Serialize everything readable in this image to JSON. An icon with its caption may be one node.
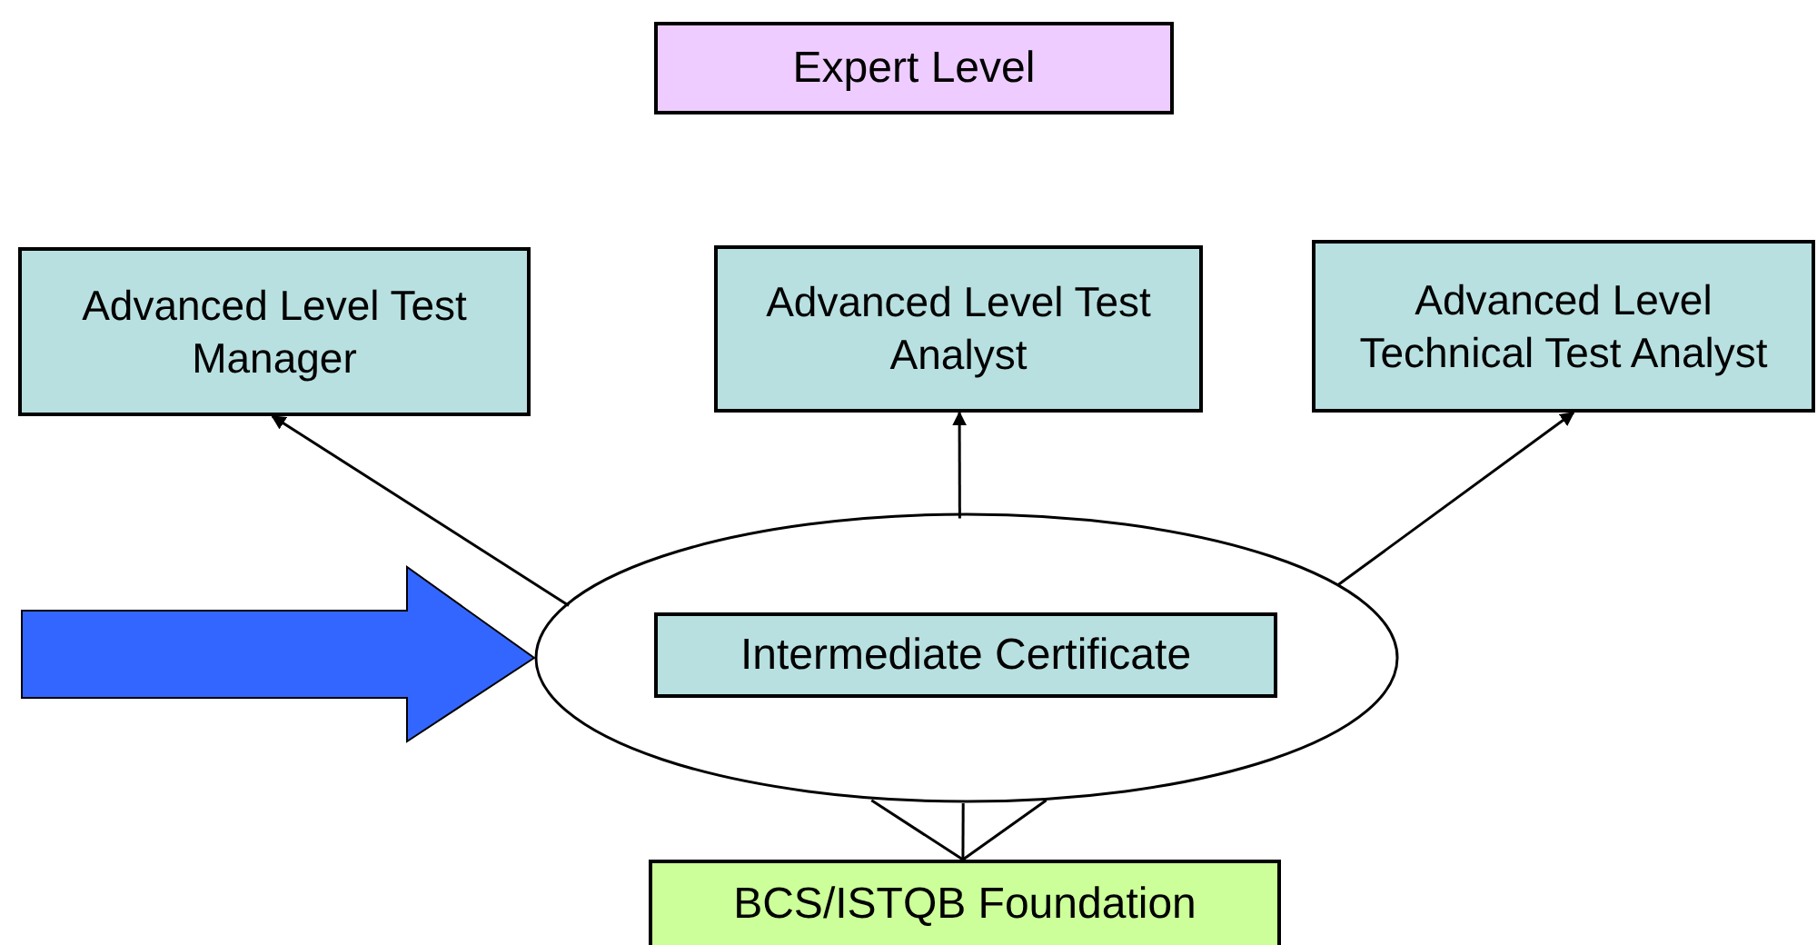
{
  "diagram": {
    "nodes": [
      {
        "text": [
          "Expert Level"
        ]
      },
      {
        "text": [
          "Advanced Level Test Manager"
        ]
      },
      {
        "text": [
          "Advanced Level Test Analyst"
        ]
      },
      {
        "text": [
          "Advanced Level Technical Test Analyst"
        ]
      },
      {
        "text": [],
        "shape": "ellipse"
      },
      {
        "text": [
          "Intermediate Certificate"
        ],
        "in": 4
      },
      {
        "text": [
          "BCS/ISTQB Foundation"
        ]
      }
    ],
    "edges": [
      {
        "from": 4,
        "to": 1,
        "arrow": "to"
      },
      {
        "from": 4,
        "to": 2,
        "arrow": "to"
      },
      {
        "from": 4,
        "to": 3,
        "arrow": "to"
      },
      {
        "from": 6,
        "to": 4,
        "arrow": "none"
      },
      {
        "from": 6,
        "to": 4,
        "arrow": "none"
      },
      {
        "from": 6,
        "to": 4,
        "arrow": "none"
      },
      {
        "from": null,
        "to": 4,
        "arrow": "to",
        "style": "thick",
        "color": "#3366ff"
      }
    ]
  }
}
